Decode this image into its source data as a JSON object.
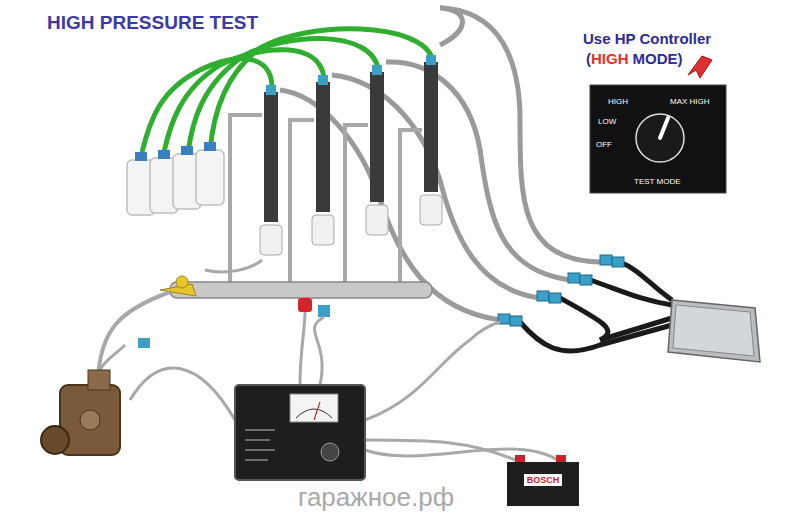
{
  "diagram": {
    "title": "HIGH PRESSURE TEST",
    "nodes": [
      {
        "text": [
          "HIGH",
          "MAX HIGH",
          "LOW",
          "OFF",
          "TEST MODE"
        ]
      },
      {
        "text": [
          "BOSCH"
        ]
      }
    ],
    "labels": [
      "Use HP Controller",
      "(",
      "HIGH",
      "MODE)",
      "гаражное.рф"
    ]
  }
}
